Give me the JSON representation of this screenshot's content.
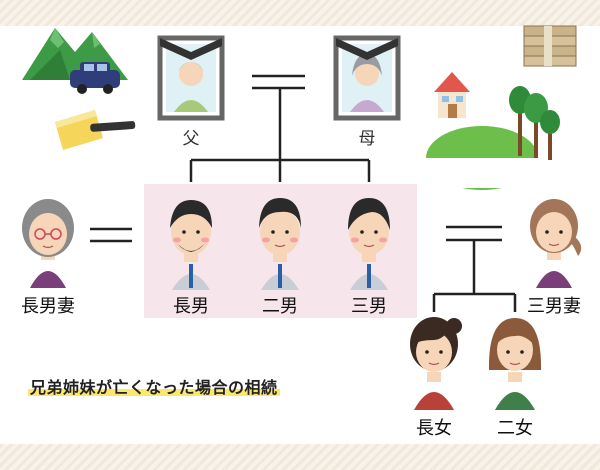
{
  "title": "兄弟姉妹が亡くなった場合の相続",
  "people": {
    "father": "父",
    "mother": "母",
    "eldest_son": "長男",
    "second_son": "二男",
    "third_son": "三男",
    "eldest_son_wife": "長男妻",
    "third_son_wife": "三男妻",
    "eldest_daughter": "長女",
    "second_daughter": "二女"
  },
  "colors": {
    "highlight_box": "#f6e5ea",
    "title_underline": "#fbe86a",
    "line": "#222222",
    "band": "#f1e8dc"
  },
  "icons": [
    "mountain-icon",
    "car-icon",
    "bankbook-icon",
    "cash-stack-icon",
    "house-icon",
    "tree-icon",
    "memorial-photo-icon"
  ]
}
